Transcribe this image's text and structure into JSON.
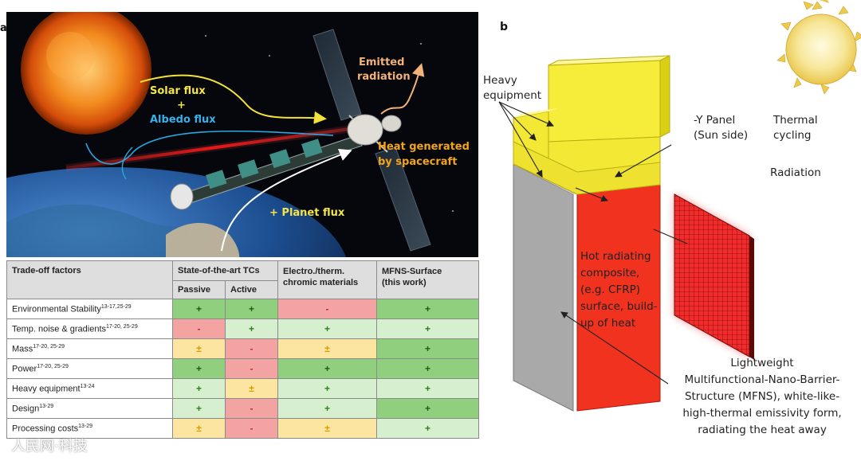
{
  "panel_a": {
    "panel_label": "a",
    "labels": {
      "solar_flux": "Solar flux",
      "plus": "+",
      "albedo_flux": "Albedo flux",
      "emitted": "Emitted",
      "radiation": "radiation",
      "heat_gen_1": "Heat generated",
      "heat_gen_2": "by spacecraft",
      "planet_flux": "+ Planet flux"
    }
  },
  "table": {
    "headers": {
      "factors": "Trade-off factors",
      "state_of_art": "State-of-the-art TCs",
      "passive": "Passive",
      "active": "Active",
      "electro_1": "Electro./therm.",
      "electro_2": "chromic materials",
      "mfns_1": "MFNS-Surface",
      "mfns_2": "(this work)"
    },
    "rows": [
      {
        "factor": "Environmental Stability",
        "ref": "13-17,25-29",
        "marks": [
          "+",
          "+",
          "-",
          "+"
        ]
      },
      {
        "factor": "Temp. noise & gradients",
        "ref": "17-20, 25-29",
        "marks": [
          "-",
          "+",
          "+",
          "+"
        ]
      },
      {
        "factor": "Mass",
        "ref": "17-20, 25-29",
        "marks": [
          "±",
          "-",
          "±",
          "+"
        ]
      },
      {
        "factor": "Power",
        "ref": "17-20, 25-29",
        "marks": [
          "+",
          "-",
          "+",
          "+"
        ]
      },
      {
        "factor": "Heavy equipment",
        "ref": "13-24",
        "marks": [
          "+",
          "±",
          "+",
          "+"
        ]
      },
      {
        "factor": "Design",
        "ref": "13-29",
        "marks": [
          "+",
          "-",
          "+",
          "+"
        ]
      },
      {
        "factor": "Processing costs",
        "ref": "13-29",
        "marks": [
          "±",
          "-",
          "±",
          "+"
        ]
      }
    ],
    "colors": {
      "dark_green": "#8fcf7d",
      "light_green": "#d6efcf",
      "pink": "#f4a3a3",
      "yellow": "#fbe5a0"
    }
  },
  "panel_b": {
    "panel_label": "b",
    "heavy_equipment": [
      "Heavy",
      "equipment"
    ],
    "y_panel": [
      "-Y Panel",
      "(Sun side)"
    ],
    "thermal_cycling": [
      "Thermal",
      "cycling"
    ],
    "radiation": "Radiation",
    "hot_radiating": [
      "Hot radiating",
      "composite,",
      "(e.g. CFRP)",
      "surface, build-",
      "up of heat"
    ],
    "mfns": [
      "Lightweight",
      "Multifunctional-Nano-Barrier-",
      "Structure (MFNS), white-like-",
      "high-thermal emissivity form,",
      "radiating the heat away"
    ]
  },
  "watermark": "人民网·科技"
}
